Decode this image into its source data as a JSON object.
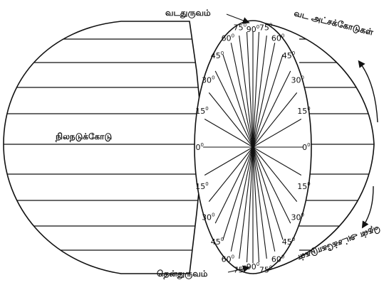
{
  "labels": {
    "north_pole": "வடதுருவம்",
    "south_pole": "தென்துருவம்",
    "equator": "நிலநடுக்கோடு",
    "north_latitudes": "வட அட்சக்கோடுகள்",
    "south_latitudes": "தென் அட்சக்கோடுகள்"
  },
  "degree_symbol": "0",
  "upper_degrees": [
    "90",
    "75",
    "60",
    "45",
    "30",
    "15",
    "0"
  ],
  "lower_degrees": [
    "15",
    "30",
    "45",
    "60",
    "75",
    "90"
  ]
}
